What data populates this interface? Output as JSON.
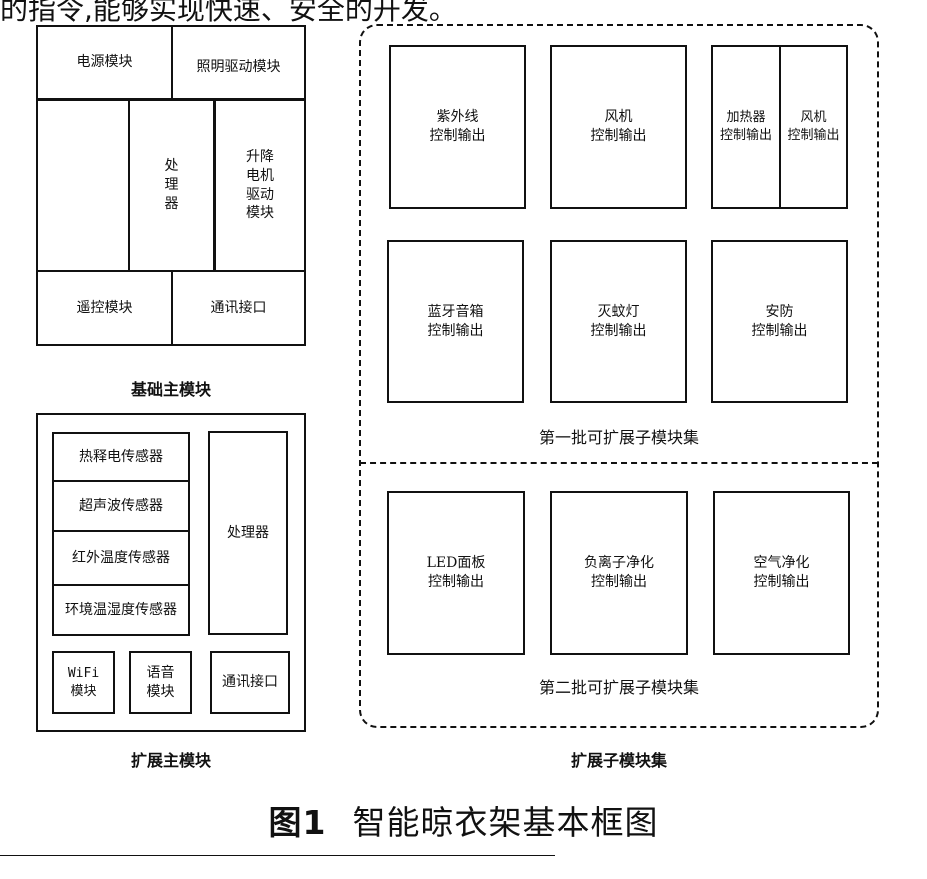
{
  "top_text": "的指令,能够实现快速、安全的开发。",
  "figure": {
    "number": "图1",
    "title": "智能晾衣架基本框图"
  },
  "base_module": {
    "caption": "基础主模块",
    "power": "电源模块",
    "lighting": "照明驱动模块",
    "processor": "处\n理\n器",
    "lift_motor": "升降\n电机\n驱动\n模块",
    "remote": "遥控模块",
    "comm": "通讯接口"
  },
  "ext_module": {
    "caption": "扩展主模块",
    "sensors": [
      "热释电传感器",
      "超声波传感器",
      "红外温度传感器",
      "环境温湿度传感器"
    ],
    "processor": "处理器",
    "wifi": "WiFi\n模块",
    "voice": "语音\n模块",
    "comm": "通讯接口"
  },
  "sub_modules": {
    "caption": "扩展子模块集",
    "batch1": {
      "label": "第一批可扩展子模块集",
      "uv": "紫外线\n控制输出",
      "fan": "风机\n控制输出",
      "heater": "加热器\n控制输出",
      "fan2": "风机\n控制输出",
      "bluetooth": "蓝牙音箱\n控制输出",
      "mosquito": "灭蚊灯\n控制输出",
      "security": "安防\n控制输出"
    },
    "batch2": {
      "label": "第二批可扩展子模块集",
      "led": "LED面板\n控制输出",
      "anion": "负离子净化\n控制输出",
      "air": "空气净化\n控制输出"
    }
  }
}
